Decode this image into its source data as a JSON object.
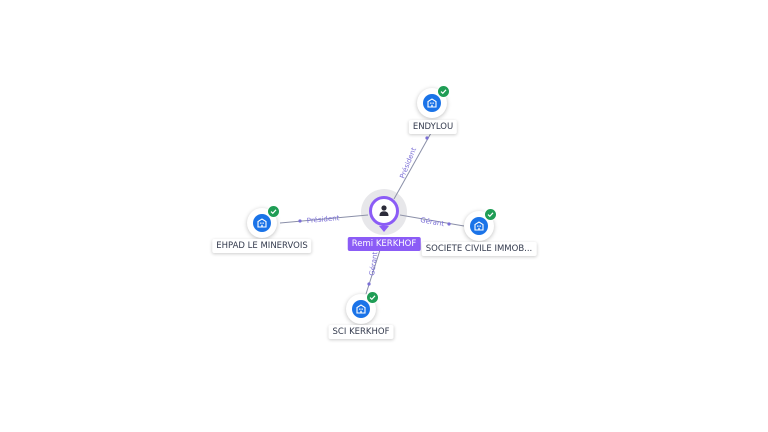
{
  "person": {
    "name": "Remi KERKHOF",
    "icon": "person-icon",
    "color": "#8b5cf6"
  },
  "companies": [
    {
      "id": "endylou",
      "name": "ENDYLOU",
      "relation": "Président",
      "icon": "building-icon",
      "verified": true
    },
    {
      "id": "ehpad",
      "name": "EHPAD LE MINERVOIS",
      "relation": "Président",
      "icon": "building-icon",
      "verified": true
    },
    {
      "id": "sci-civile",
      "name": "SOCIETE CIVILE IMMOB...",
      "relation": "Gérant",
      "icon": "building-icon",
      "verified": true
    },
    {
      "id": "sci-kerkhof",
      "name": "SCI KERKHOF",
      "relation": "Gérant",
      "icon": "building-icon",
      "verified": true
    }
  ],
  "colors": {
    "company_fill": "#1a73e8",
    "badge": "#1f9d55",
    "edge_label": "#7b6fd6"
  }
}
